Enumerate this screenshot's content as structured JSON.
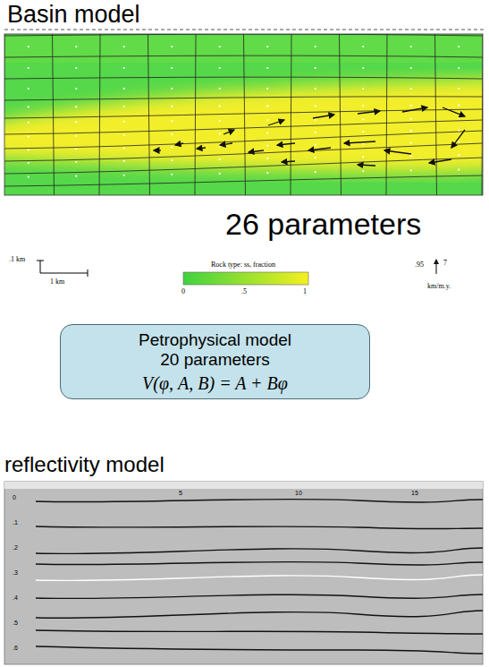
{
  "diagram": {
    "title": "Basin model",
    "nodes": [
      {
        "text": [
          "Petrophysical model",
          "20 parameters",
          "V(φ, A, B) = A + Bφ"
        ]
      }
    ],
    "labels": [
      "26 parameters",
      ".1 km",
      "1 km",
      "Rock type: ss, fraction",
      "0",
      ".5",
      "1",
      ".95",
      "7",
      "km/m.y.",
      "reflectivity model",
      "0",
      ".1",
      ".2",
      ".3",
      ".4",
      ".5",
      ".6",
      "5",
      "10",
      "15"
    ]
  }
}
